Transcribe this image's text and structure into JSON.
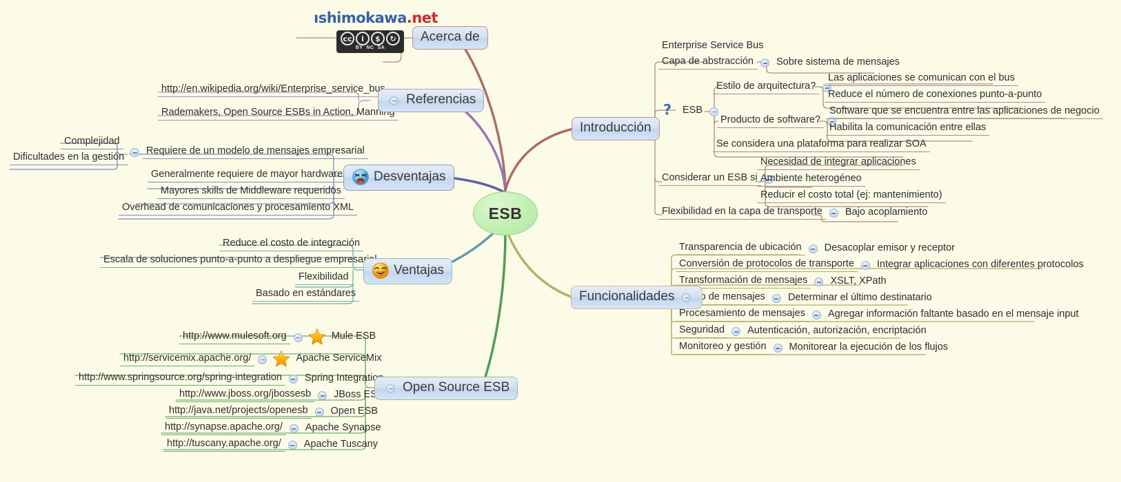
{
  "root": {
    "label": "ESB"
  },
  "logo": {
    "name_part1": "shimokawa",
    "name_part2": ".net",
    "cc": {
      "mark": "cc",
      "by": "BY",
      "nc": "NC",
      "sa": "SA"
    }
  },
  "branches": {
    "acerca_de": {
      "label": "Acerca de"
    },
    "referencias": {
      "label": "Referencias",
      "items": [
        "http://en.wikipedia.org/wiki/Enterprise_service_bus",
        "Rademakers, Open Source ESBs in Action, Manning"
      ]
    },
    "desventajas": {
      "label": "Desventajas",
      "icon": "weary-face-icon",
      "items": [
        "Requiere de un modelo de mensajes empresarial",
        "Generalmente requiere de mayor hardware",
        "Mayores skills de Middleware requeridos",
        "Overhead de comunicaciones y procesamiento XML"
      ],
      "sub_modelo": [
        "Complejidad",
        "Dificultades en la gestión"
      ]
    },
    "ventajas": {
      "label": "Ventajas",
      "icon": "grinning-face-icon",
      "items": [
        "Reduce el costo de integración",
        "Escala de soluciones punto-a-punto a despliegue empresarial",
        "Flexibilidad",
        "Basado en estándares"
      ]
    },
    "open_source_esb": {
      "label": "Open Source ESB",
      "items": [
        {
          "name": "Mule ESB",
          "url": "http://www.mulesoft.org",
          "starred": true
        },
        {
          "name": "Apache ServiceMix",
          "url": "http://servicemix.apache.org/",
          "starred": true
        },
        {
          "name": "Spring Integration",
          "url": "http://www.springsource.org/spring-integration",
          "starred": false
        },
        {
          "name": "JBoss ESB",
          "url": "http://www.jboss.org/jbossesb",
          "starred": false
        },
        {
          "name": "Open ESB",
          "url": "http://java.net/projects/openesb",
          "starred": false
        },
        {
          "name": "Apache Synapse",
          "url": "http://synapse.apache.org/",
          "starred": false
        },
        {
          "name": "Apache Tuscany",
          "url": "http://tuscany.apache.org/",
          "starred": false
        }
      ]
    },
    "introduccion": {
      "label": "Introducción",
      "esb_acronym": "Enterprise Service Bus",
      "capa": {
        "label": "Capa de abstracción",
        "child": "Sobre sistema de mensajes"
      },
      "esb_node": {
        "label": "ESB",
        "icon": "question-mark-icon"
      },
      "estilo": {
        "label": "Estilo de arquitectura?",
        "children": [
          "Las aplicaciones se comunican con el bus",
          "Reduce el número de conexiones punto-a-punto"
        ]
      },
      "producto": {
        "label": "Producto de software?",
        "children": [
          "Software que se encuentra entre las aplicaciones de negocio",
          "Habilita la comunicación entre ellas"
        ]
      },
      "plataforma": "Se considera una plataforma para realizar SOA",
      "considerar": {
        "label": "Considerar un ESB si",
        "children": [
          "Necesidad de integrar aplicaciones",
          "Ambiente heterogéneo",
          "Reducir el costo total (ej: mantenimiento)"
        ]
      },
      "flexibilidad": {
        "label": "Flexibilidad en la capa de transporte",
        "child": "Bajo acoplamiento"
      }
    },
    "funcionalidades": {
      "label": "Funcionalidades",
      "items": [
        {
          "label": "Transparencia de ubicación",
          "detail": "Desacoplar emisor y receptor"
        },
        {
          "label": "Conversión de protocolos de transporte",
          "detail": "Integrar aplicaciones con diferentes protocolos"
        },
        {
          "label": "Transformación de mensajes",
          "detail": "XSLT, XPath"
        },
        {
          "label": "Ruteo de mensajes",
          "detail": "Determinar el último destinatario"
        },
        {
          "label": "Procesamiento de mensajes",
          "detail": "Agregar información faltante basado en el mensaje input"
        },
        {
          "label": "Seguridad",
          "detail": "Autenticación, autorización, encriptación"
        },
        {
          "label": "Monitoreo y gestión",
          "detail": "Monitorear la ejecución de los flujos"
        }
      ]
    }
  }
}
